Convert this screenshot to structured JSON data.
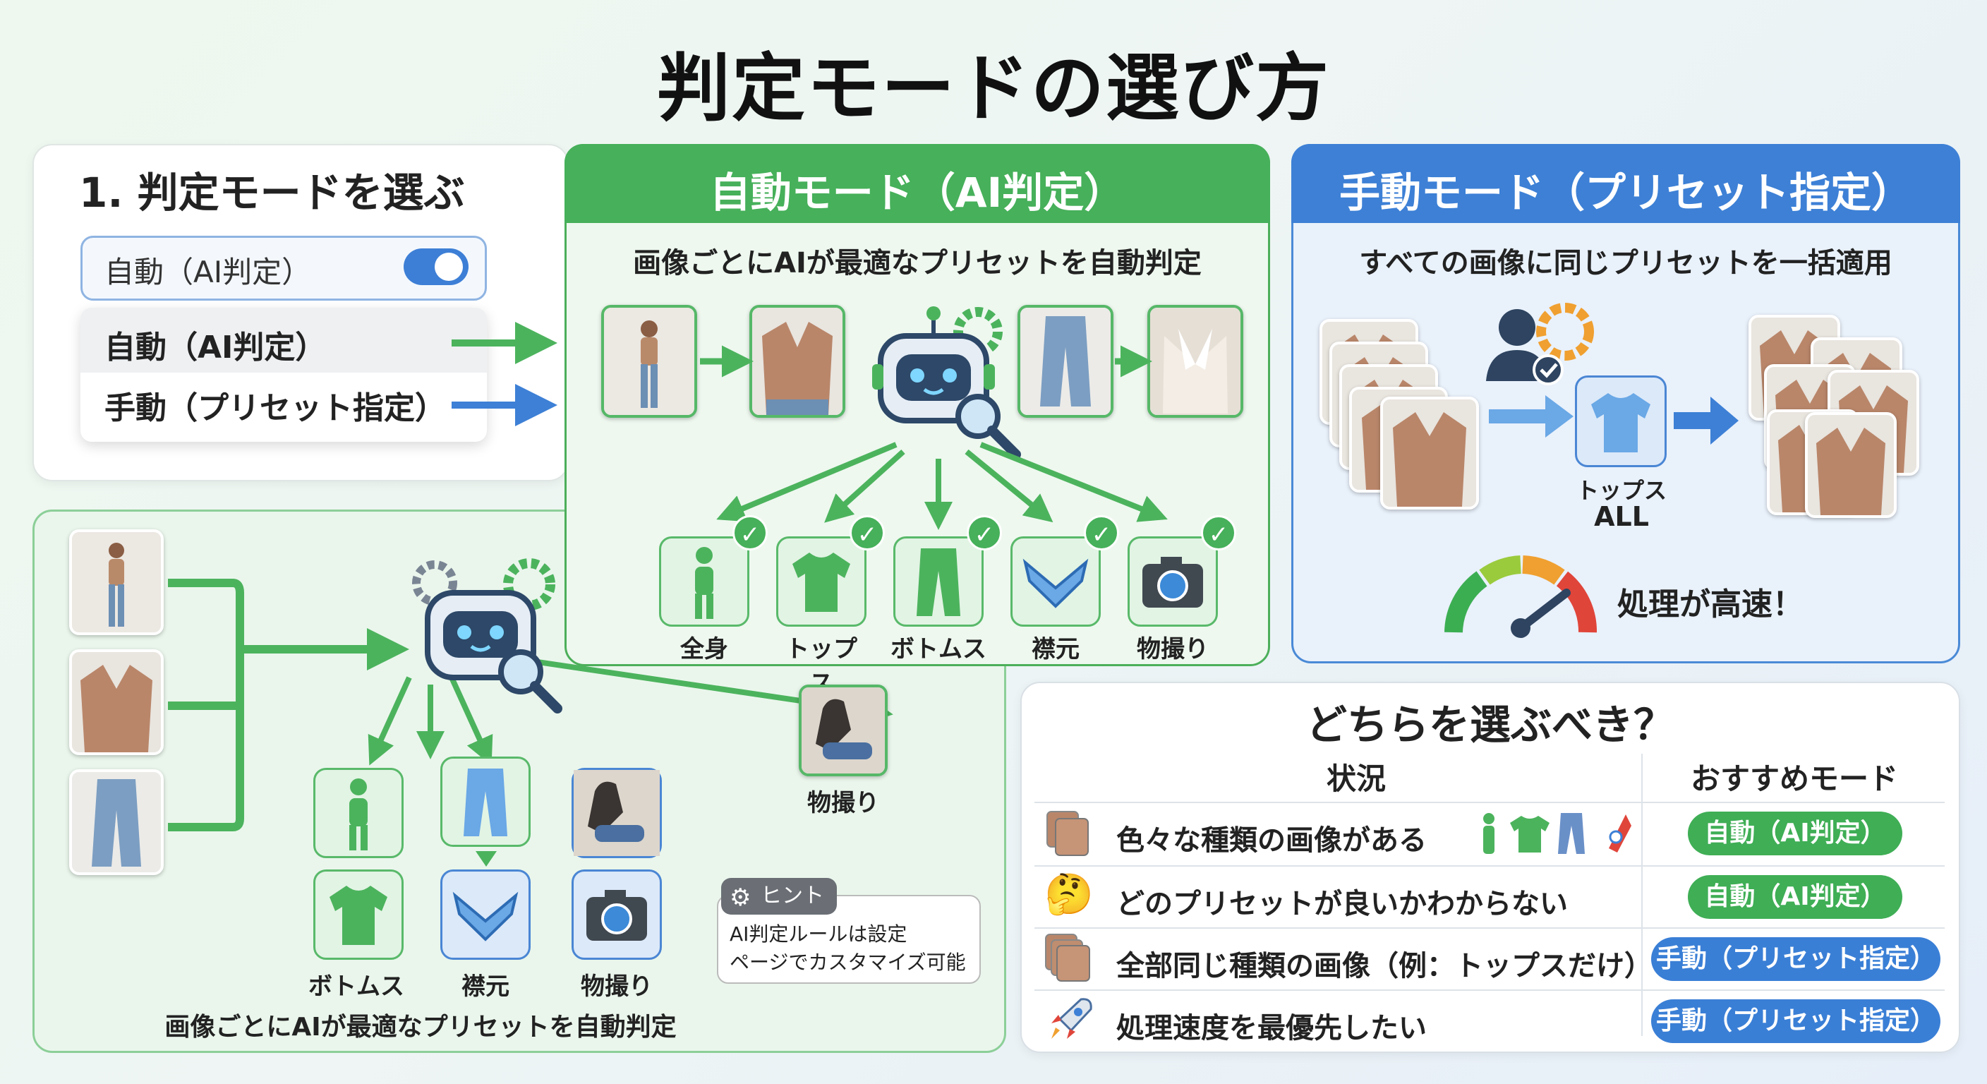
{
  "title": "判定モードの選び方",
  "mode_select": {
    "heading": "1. 判定モードを選ぶ",
    "selected": "自動（AI判定）",
    "options": [
      "自動（AI判定）",
      "手動（プリセット指定）"
    ]
  },
  "auto_panel": {
    "title": "自動モード（AI判定）",
    "subtitle": "画像ごとにAIが最適なプリセットを自動判定",
    "categories": [
      "全身",
      "トップス",
      "ボトムス",
      "襟元",
      "物撮り"
    ]
  },
  "manual_panel": {
    "title": "手動モード（プリセット指定）",
    "subtitle": "すべての画像に同じプリセットを一括適用",
    "preset_label_1": "トップス",
    "preset_label_2": "ALL",
    "speed_text": "処理が高速！"
  },
  "ai_flow_panel": {
    "outlier_label": "物撮り",
    "grid_labels": [
      "ボトムス",
      "襟元",
      "物撮り"
    ],
    "caption": "画像ごとにAIが最適なプリセットを自動判定",
    "hint_tag": "ヒント",
    "hint_line1": "AI判定ルールは設定",
    "hint_line2": "ページでカスタマイズ可能"
  },
  "comparison": {
    "title": "どちらを選ぶべき？",
    "col_situation": "状況",
    "col_recommend": "おすすめモード",
    "rows": [
      {
        "situation": "色々な種類の画像がある",
        "mode": "自動（AI判定）"
      },
      {
        "situation": "どのプリセットが良いかわからない",
        "mode": "自動（AI判定）"
      },
      {
        "situation": "全部同じ種類の画像（例：トップスだけ）",
        "mode": "手動（プリセット指定）"
      },
      {
        "situation": "処理速度を最優先したい",
        "mode": "手動（プリセット指定）"
      }
    ]
  },
  "colors": {
    "green": "#46b05a",
    "blue": "#3d80d6"
  }
}
